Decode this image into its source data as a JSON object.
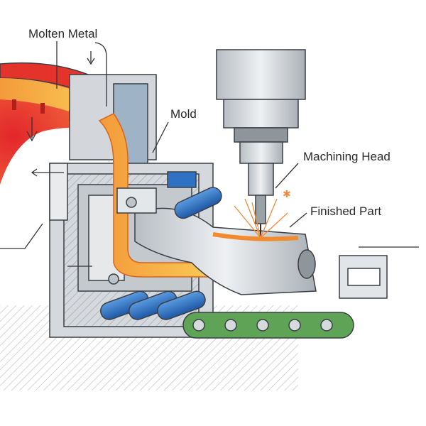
{
  "labels": {
    "molten_metal": "Molten Metal",
    "mold": "Mold",
    "machining_head": "Machining Head",
    "finished_part": "Finished Part"
  },
  "colors": {
    "molten_red": "#e4332a",
    "molten_orange": "#f7a23a",
    "steel": "#c9ced3",
    "roller_blue": "#2f72c4",
    "conveyor_green": "#4f9a4a"
  }
}
